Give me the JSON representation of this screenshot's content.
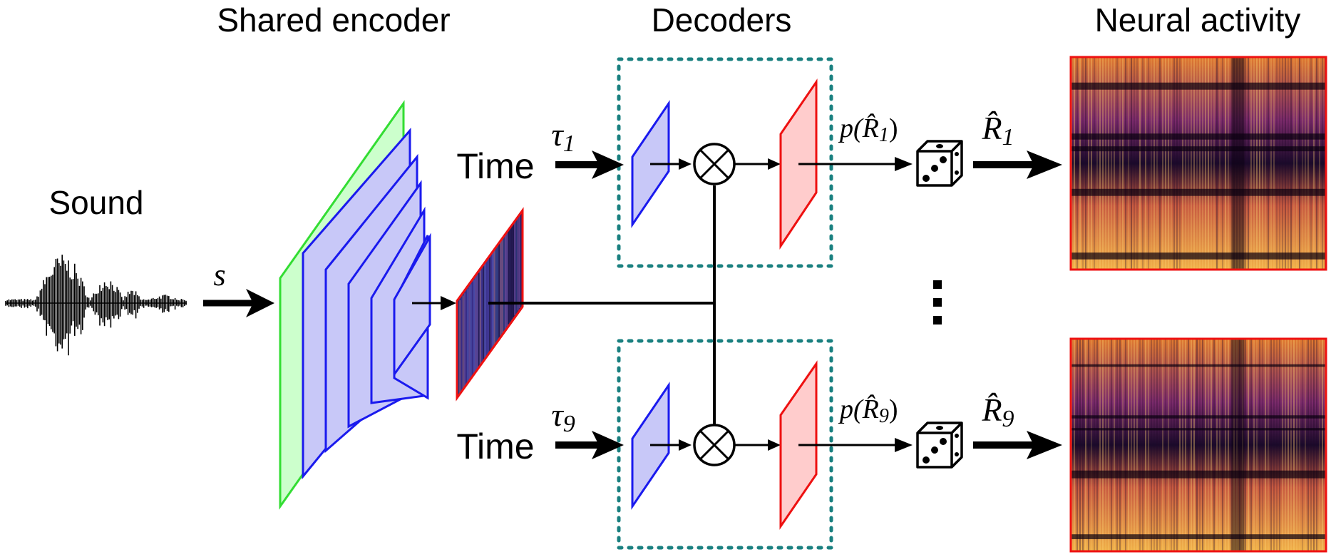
{
  "titles": {
    "encoder": "Shared encoder",
    "decoders": "Decoders",
    "neural": "Neural activity"
  },
  "labels": {
    "sound": "Sound",
    "s": "s",
    "time_top": "Time",
    "time_bottom": "Time",
    "tau_top_base": "τ",
    "tau_top_sub": "1",
    "tau_bottom_base": "τ",
    "tau_bottom_sub": "9",
    "p_top": "p(R̂",
    "p_top_sub": "1",
    "p_top_close": ")",
    "p_bottom": "p(R̂",
    "p_bottom_sub": "9",
    "p_bottom_close": ")",
    "r_top_base": "R̂",
    "r_top_sub": "1",
    "r_bottom_base": "R̂",
    "r_bottom_sub": "9"
  },
  "colors": {
    "encoder_first_fill": "#ccffcc",
    "encoder_first_stroke": "#33dd33",
    "encoder_fill": "#c8c8f8",
    "encoder_stroke": "#1a1aee",
    "decoder_out_fill": "#ffcccc",
    "decoder_out_stroke": "#ee1111",
    "dotted_box": "#1a8080",
    "heatmap_dark": "#1a0a2a",
    "heatmap_bright": "#f8c050"
  }
}
